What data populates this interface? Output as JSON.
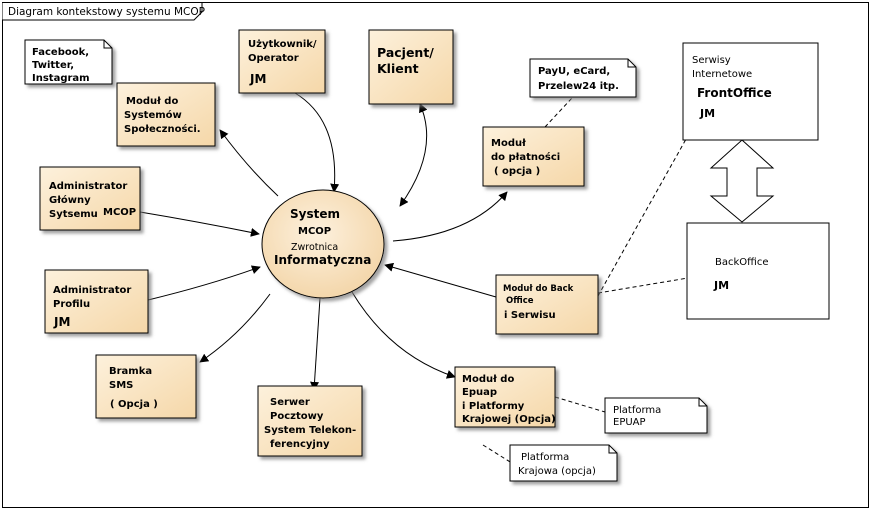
{
  "diagram": {
    "title": "Diagram kontekstowy systemu MCOP",
    "center": {
      "l1": "System",
      "l2": "MCOP",
      "l3": "Zwrotnica",
      "l4": "Informatyczna"
    },
    "social": {
      "l1": "Moduł do",
      "l2": "Systemów",
      "l3": "Społeczności."
    },
    "social_note": {
      "l1": "Facebook,",
      "l2": "Twitter,",
      "l3": "Instagram"
    },
    "user": {
      "l1": "Użytkownik/",
      "l2": "Operator",
      "l3": "JM"
    },
    "patient": {
      "l1": "Pacjent/",
      "l2": "Klient"
    },
    "payment": {
      "l1": "Moduł",
      "l2": "do płatności",
      "l3": "( opcja )"
    },
    "payment_note": {
      "l1": "PayU, eCard,",
      "l2": "Przelew24 itp."
    },
    "frontoffice": {
      "l1": "Serwisy",
      "l2": "Internetowe",
      "l3": "FrontOffice",
      "l4": "JM"
    },
    "backoffice": {
      "l1": "BackOffice",
      "l2": "JM"
    },
    "admin_main": {
      "l1": "Administrator",
      "l2": "Główny",
      "l3": "Sytsemu",
      "l3b": "MCOP"
    },
    "admin_profile": {
      "l1": "Administrator",
      "l2": "Profilu",
      "l3": "JM"
    },
    "backoffice_module": {
      "l1": "Moduł do Back",
      "l2": "Office",
      "l3": "i Serwisu"
    },
    "sms": {
      "l1": "Bramka",
      "l2": "SMS",
      "l3": "( Opcja )"
    },
    "mail": {
      "l1": "Serwer",
      "l2": "Pocztowy",
      "l3": "System Telekon-",
      "l4": "ferencyjny"
    },
    "epuap": {
      "l1": "Moduł do",
      "l2": "Epuap",
      "l3": "i Platformy",
      "l4": "Krajowej (Opcja)"
    },
    "epuap_note": {
      "l1": "Platforma",
      "l2": "EPUAP"
    },
    "national_note": {
      "l1": "Platforma",
      "l2": "Krajowa (opcja)"
    }
  }
}
